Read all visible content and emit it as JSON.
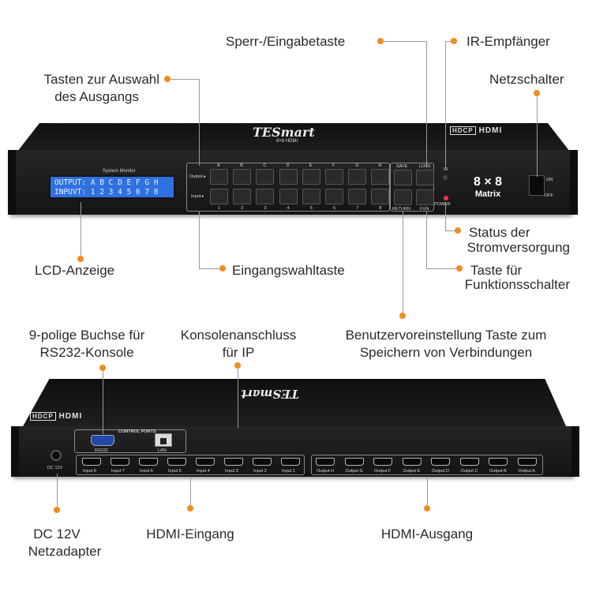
{
  "front_device": {
    "brand": "TESmart",
    "brand_sub": "8×8 HDMI",
    "hdcp_badge": "HDCP",
    "hdmi_logo": "HDMI",
    "lcd_caption": "System Monitor",
    "lcd_line1": "OUTPUT: A B C D E F G H",
    "lcd_line2": "INPUVT: 1 2 3 4 5 6 7 8",
    "output_row_label": "Output ▸",
    "input_row_label": "Input ▸",
    "output_letters": [
      "A",
      "B",
      "C",
      "D",
      "E",
      "F",
      "G",
      "H"
    ],
    "input_numbers": [
      "1",
      "2",
      "3",
      "4",
      "5",
      "6",
      "7",
      "8"
    ],
    "save_label": "SAVE",
    "return_label": "RETURN",
    "lock_label": "LOCK",
    "fun_label": "FUN",
    "ir_label": "IR",
    "power_label": "POWER",
    "matrix_size": "8 × 8",
    "matrix_word": "Matrix",
    "switch_on": "ON",
    "switch_off": "OFF"
  },
  "back_device": {
    "brand": "TESmart",
    "hdcp_badge": "HDCP",
    "hdmi_logo": "HDMI",
    "control_ports_label": "CONTROL PORTS",
    "rs232_label": "RS232",
    "lan_label": "LAN",
    "dc_label": "DC 12V",
    "inputs": [
      "Input 8",
      "Input 7",
      "Input 6",
      "Input 5",
      "Input 4",
      "Input 3",
      "Input 2",
      "Input 1"
    ],
    "outputs": [
      "Output H",
      "Output G",
      "Output F",
      "Output E",
      "Output D",
      "Output C",
      "Output B",
      "Output A"
    ]
  },
  "callouts": {
    "lock_key": "Sperr-/Eingabetaste",
    "ir_receiver": "IR-Empfänger",
    "output_keys_1": "Tasten zur Auswahl",
    "output_keys_2": "des Ausgangs",
    "power_switch": "Netzschalter",
    "power_status_1": "Status der",
    "power_status_2": "Stromversorgung",
    "lcd": "LCD-Anzeige",
    "input_key": "Eingangswahltaste",
    "fun_key_1": "Taste für",
    "fun_key_2": "Funktionsschalter",
    "rs232_1": "9-polige Buchse für",
    "rs232_2": "RS232-Konsole",
    "lan_1": "Konsolenanschluss",
    "lan_2": "für IP",
    "save_key_1": "Benutzervoreinstellung Taste zum",
    "save_key_2": "Speichern von Verbindungen",
    "dc_1": "DC 12V",
    "dc_2": "Netzadapter",
    "hdmi_in": "HDMI-Eingang",
    "hdmi_out": "HDMI-Ausgang"
  },
  "colors": {
    "accent_dot": "#f08c1e",
    "lcd_blue": "#2f71e0",
    "power_led": "#ff3040"
  }
}
